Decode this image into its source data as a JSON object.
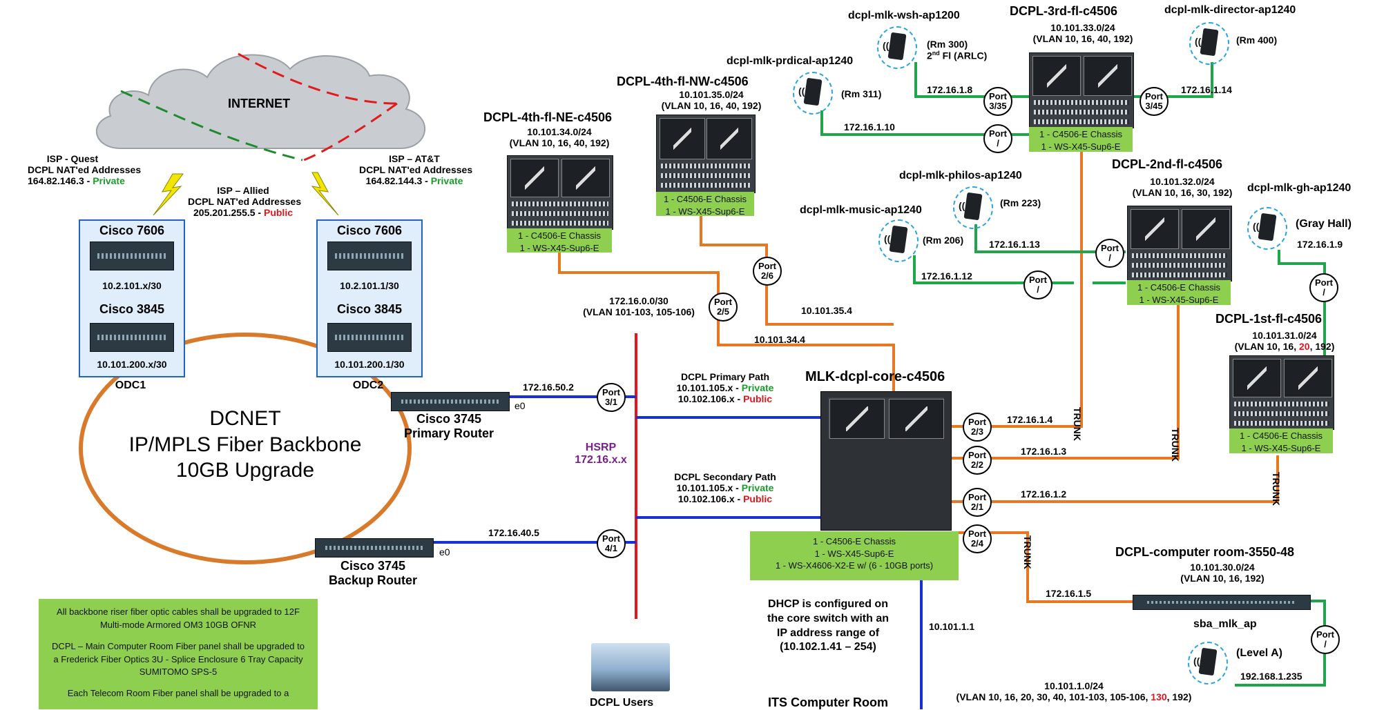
{
  "colors": {
    "backbone_ring": "#d87a2a",
    "access_link": "#1fa64a",
    "trunk_link": "#e87722",
    "router_link": "#1630d8",
    "hsrp_bus": "#e8141c",
    "private_text": "#1a9c2b",
    "public_text": "#e8141c",
    "hsrp_text": "#7a1f8c",
    "info_box": "#8fcf4f",
    "odc_border": "#1f62c9"
  },
  "internet": {
    "label": "INTERNET"
  },
  "isp_quest": {
    "line1": "ISP - Quest",
    "line2": "DCPL NAT'ed Addresses",
    "ip": "164.82.146.3 - ",
    "type": "Private"
  },
  "isp_att": {
    "line1": "ISP – AT&T",
    "line2": "DCPL NAT'ed Addresses",
    "ip": "164.82.144.3 - ",
    "type": "Private"
  },
  "isp_allied": {
    "line1": "ISP – Allied",
    "line2": "DCPL NAT'ed Addresses",
    "ip": "205.201.255.5 - ",
    "type": "Public"
  },
  "odc1": {
    "router_top": "Cisco 7606",
    "ip_top": "10.2.101.x/30",
    "router_bottom": "Cisco 3845",
    "ip_bottom": "10.101.200.x/30",
    "label": "ODC1"
  },
  "odc2": {
    "router_top": "Cisco 7606",
    "ip_top": "10.2.101.1/30",
    "router_bottom": "Cisco 3845",
    "ip_bottom": "10.101.200.1/30",
    "label": "ODC2"
  },
  "dcnet": {
    "line1": "DCNET",
    "line2": "IP/MPLS Fiber Backbone",
    "line3": "10GB Upgrade"
  },
  "primary_router": {
    "name": "Cisco 3745",
    "role": "Primary Router",
    "iface": "e0",
    "ip": "172.16.50.2",
    "port": "Port 3/1"
  },
  "backup_router": {
    "name": "Cisco 3745",
    "role": "Backup Router",
    "iface": "e0",
    "ip": "172.16.40.5",
    "port": "Port 4/1"
  },
  "hsrp": {
    "line1": "HSRP",
    "line2": "172.16.x.x"
  },
  "transit": {
    "subnet": "172.16.0.0/30",
    "vlan": "(VLAN 101-103, 105-106)"
  },
  "primary_path": {
    "title": "DCPL Primary Path",
    "ip1": "10.101.105.x - ",
    "ip1_type": "Private",
    "ip2": "10.102.106.x - ",
    "ip2_type": "Public"
  },
  "secondary_path": {
    "title": "DCPL Secondary Path",
    "ip1": "10.101.105.x - ",
    "ip1_type": "Private",
    "ip2": "10.102.106.x - ",
    "ip2_type": "Public"
  },
  "core": {
    "name": "MLK-dcpl-core-c4506",
    "box_lines": [
      "1 - C4506-E Chassis",
      "1 - WS-X45-Sup6-E",
      "1 - WS-X4606-X2-E w/ (6 - 10GB ports)"
    ],
    "dhcp_note": [
      "DHCP is configured on",
      "the core switch with an",
      "IP address range of",
      "(10.102.1.41 – 254)"
    ],
    "gateway": "10.101.1.1",
    "its_room": "ITS Computer Room",
    "its_subnet": "10.101.1.0/24",
    "its_vlan_prefix": "(VLAN 10, 16, 20, 30, 40, 101-103, 105-106, ",
    "its_vlan_red": "130",
    "its_vlan_suffix": ", 192)"
  },
  "switches": {
    "fl4ne": {
      "name": "DCPL-4th-fl-NE-c4506",
      "subnet": "10.101.34.0/24",
      "vlan": "(VLAN 10, 16, 40, 192)",
      "box": [
        "1 - C4506-E Chassis",
        "1 - WS-X45-Sup6-E"
      ],
      "uplink_ip": "10.101.34.4",
      "port": "Port 2/5"
    },
    "fl4nw": {
      "name": "DCPL-4th-fl-NW-c4506",
      "subnet": "10.101.35.0/24",
      "vlan": "(VLAN 10, 16, 40, 192)",
      "box": [
        "1 - C4506-E Chassis",
        "1 - WS-X45-Sup6-E"
      ],
      "uplink_ip": "10.101.35.4",
      "port": "Port 2/6"
    },
    "fl3": {
      "name": "DCPL-3rd-fl-c4506",
      "subnet": "10.101.33.0/24",
      "vlan": "(VLAN 10, 16, 40, 192)",
      "box": [
        "1 - C4506-E Chassis",
        "1 - WS-X45-Sup6-E"
      ]
    },
    "fl2": {
      "name": "DCPL-2nd-fl-c4506",
      "subnet": "10.101.32.0/24",
      "vlan": "(VLAN 10, 16, 30, 192)",
      "box": [
        "1 - C4506-E Chassis",
        "1 - WS-X45-Sup6-E"
      ]
    },
    "fl1": {
      "name": "DCPL-1st-fl-c4506",
      "subnet": "10.101.31.0/24",
      "vlan_prefix": "(VLAN 10, 16, ",
      "vlan_red": "20",
      "vlan_suffix": ", 192)",
      "box": [
        "1 - C4506-E Chassis",
        "1 - WS-X45-Sup6-E"
      ]
    },
    "comproom": {
      "name": "DCPL-computer room-3550-48",
      "subnet": "10.101.30.0/24",
      "vlan": "(VLAN 10, 16, 192)"
    }
  },
  "aps": {
    "wsh": {
      "name": "dcpl-mlk-wsh-ap1200",
      "room": "(Rm 300)",
      "room2_prefix": "2",
      "room2_sup": "nd",
      "room2_suffix": " Fl (ARLC)",
      "ip": "172.16.1.8",
      "port": "Port 3/35"
    },
    "prdical": {
      "name": "dcpl-mlk-prdical-ap1240",
      "room": "(Rm 311)",
      "ip": "172.16.1.10",
      "port": "Port /"
    },
    "director": {
      "name": "dcpl-mlk-director-ap1240",
      "room": "(Rm 400)",
      "ip": "172.16.1.14",
      "port": "Port 3/45"
    },
    "philos": {
      "name": "dcpl-mlk-philos-ap1240",
      "room": "(Rm 223)",
      "ip": "172.16.1.13",
      "port": "Port /"
    },
    "music": {
      "name": "dcpl-mlk-music-ap1240",
      "room": "(Rm 206)",
      "ip": "172.16.1.12",
      "port": "Port /"
    },
    "gh": {
      "name": "dcpl-mlk-gh-ap1240",
      "room": "(Gray Hall)",
      "ip": "172.16.1.9",
      "port": "Port /"
    },
    "sba": {
      "name": "sba_mlk_ap",
      "room": "(Level A)",
      "ip": "192.168.1.235",
      "port": "Port /"
    }
  },
  "core_links": {
    "p23": {
      "port": "Port 2/3",
      "ip": "172.16.1.4"
    },
    "p22": {
      "port": "Port 2/2",
      "ip": "172.16.1.3"
    },
    "p21": {
      "port": "Port 2/1",
      "ip": "172.16.1.2"
    },
    "p24": {
      "port": "Port 2/4",
      "ip": "172.16.1.5"
    }
  },
  "trunk_label": "TRUNK",
  "notes": {
    "p1": "All backbone riser fiber optic cables shall be upgraded to 12F Multi-mode Armored OM3 10GB OFNR",
    "p2": "DCPL – Main Computer Room Fiber panel shall be upgraded to a Frederick Fiber Optics 3U - Splice Enclosure 6 Tray Capacity SUMITOMO SPS-5",
    "p3": "Each Telecom Room Fiber panel shall be upgraded to a"
  },
  "users": {
    "label": "DCPL Users"
  }
}
